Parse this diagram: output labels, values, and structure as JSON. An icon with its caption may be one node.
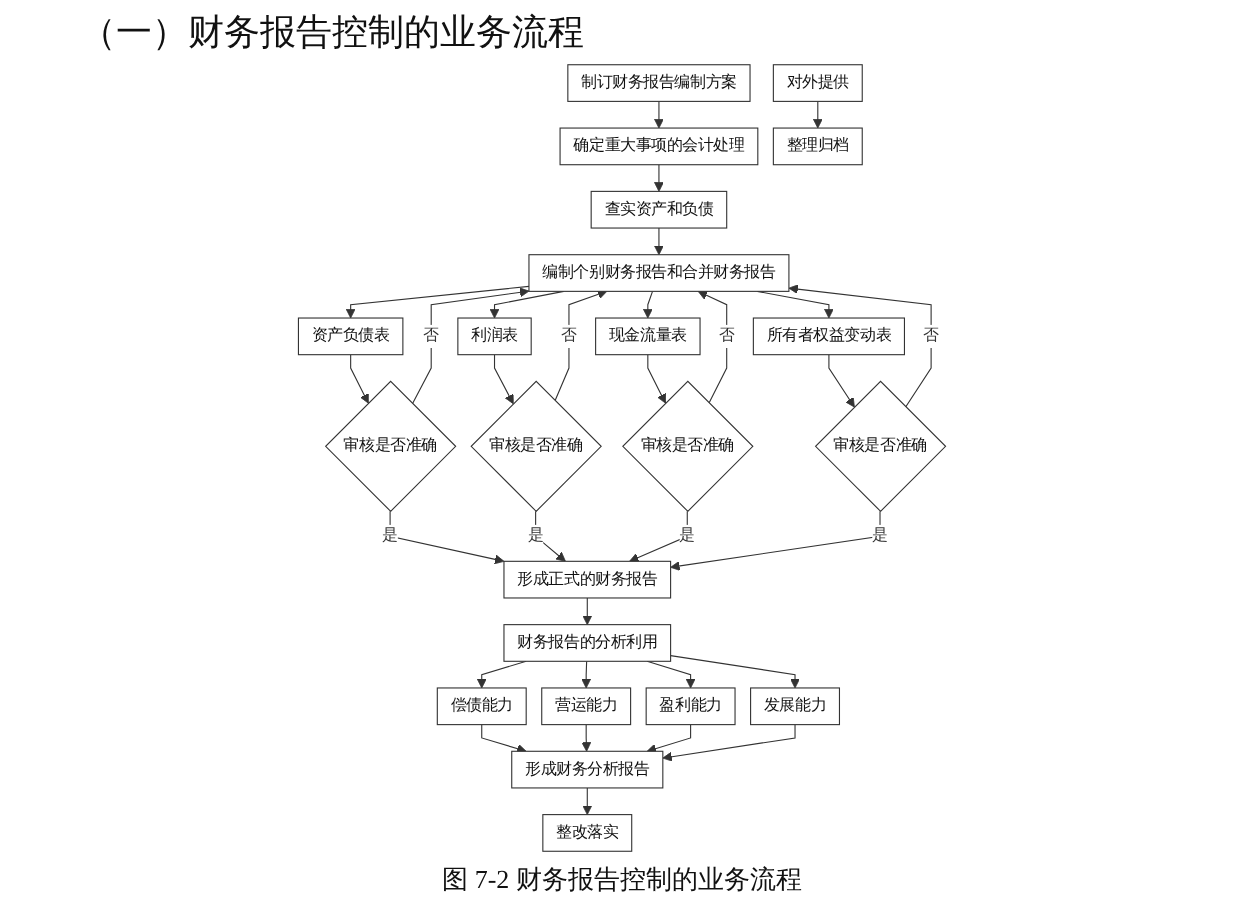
{
  "diagram": {
    "title": "（一）财务报告控制的业务流程",
    "caption": "图 7-2 财务报告控制的业务流程",
    "nodes": [
      {
        "text": [
          "制订财务报告编制方案"
        ]
      },
      {
        "text": [
          "确定重大事项的会计处理"
        ]
      },
      {
        "text": [
          "查实资产和负债"
        ]
      },
      {
        "text": [
          "编制个别财务报告和合并财务报告"
        ]
      },
      {
        "text": [
          "资产负债表"
        ]
      },
      {
        "text": [
          "利润表"
        ]
      },
      {
        "text": [
          "现金流量表"
        ]
      },
      {
        "text": [
          "所有者权益变动表"
        ]
      },
      {
        "text": [
          "审核是否准确"
        ]
      },
      {
        "text": [
          "审核是否准确"
        ]
      },
      {
        "text": [
          "审核是否准确"
        ]
      },
      {
        "text": [
          "审核是否准确"
        ]
      },
      {
        "text": [
          "形成正式的财务报告"
        ]
      },
      {
        "text": [
          "对外提供"
        ]
      },
      {
        "text": [
          "财务报告的分析利用"
        ]
      },
      {
        "text": [
          "整理归档"
        ]
      },
      {
        "text": [
          "偿债能力"
        ]
      },
      {
        "text": [
          "营运能力"
        ]
      },
      {
        "text": [
          "盈利能力"
        ]
      },
      {
        "text": [
          "发展能力"
        ]
      },
      {
        "text": [
          "形成财务分析报告"
        ]
      },
      {
        "text": [
          "整改落实"
        ]
      }
    ],
    "edges": [
      {
        "from": 0,
        "to": 1,
        "arrow": "to"
      },
      {
        "from": 1,
        "to": 2,
        "arrow": "to"
      },
      {
        "from": 2,
        "to": 3,
        "arrow": "to"
      },
      {
        "from": 3,
        "to": 4,
        "arrow": "to"
      },
      {
        "from": 3,
        "to": 5,
        "arrow": "to"
      },
      {
        "from": 3,
        "to": 6,
        "arrow": "to"
      },
      {
        "from": 3,
        "to": 7,
        "arrow": "to"
      },
      {
        "from": 4,
        "to": 8,
        "arrow": "to"
      },
      {
        "from": 5,
        "to": 9,
        "arrow": "to"
      },
      {
        "from": 6,
        "to": 10,
        "arrow": "to"
      },
      {
        "from": 7,
        "to": 11,
        "arrow": "to"
      },
      {
        "from": 8,
        "to": 3,
        "arrow": "to",
        "label": "否"
      },
      {
        "from": 9,
        "to": 3,
        "arrow": "to",
        "label": "否"
      },
      {
        "from": 10,
        "to": 3,
        "arrow": "to",
        "label": "否"
      },
      {
        "from": 11,
        "to": 3,
        "arrow": "to",
        "label": "否"
      },
      {
        "from": 8,
        "to": 12,
        "arrow": "to",
        "label": "是"
      },
      {
        "from": 9,
        "to": 12,
        "arrow": "to",
        "label": "是"
      },
      {
        "from": 10,
        "to": 12,
        "arrow": "to",
        "label": "是"
      },
      {
        "from": 11,
        "to": 12,
        "arrow": "to",
        "label": "是"
      },
      {
        "from": 12,
        "to": 14,
        "arrow": "to"
      },
      {
        "from": 13,
        "to": 15,
        "arrow": "to"
      },
      {
        "from": 14,
        "to": 16,
        "arrow": "to"
      },
      {
        "from": 14,
        "to": 17,
        "arrow": "to"
      },
      {
        "from": 14,
        "to": 18,
        "arrow": "to"
      },
      {
        "from": 14,
        "to": 19,
        "arrow": "to"
      },
      {
        "from": 16,
        "to": 20,
        "arrow": "to"
      },
      {
        "from": 17,
        "to": 20,
        "arrow": "to"
      },
      {
        "from": 18,
        "to": 20,
        "arrow": "to"
      },
      {
        "from": 19,
        "to": 20,
        "arrow": "to"
      },
      {
        "from": 20,
        "to": 21,
        "arrow": "to"
      }
    ]
  }
}
